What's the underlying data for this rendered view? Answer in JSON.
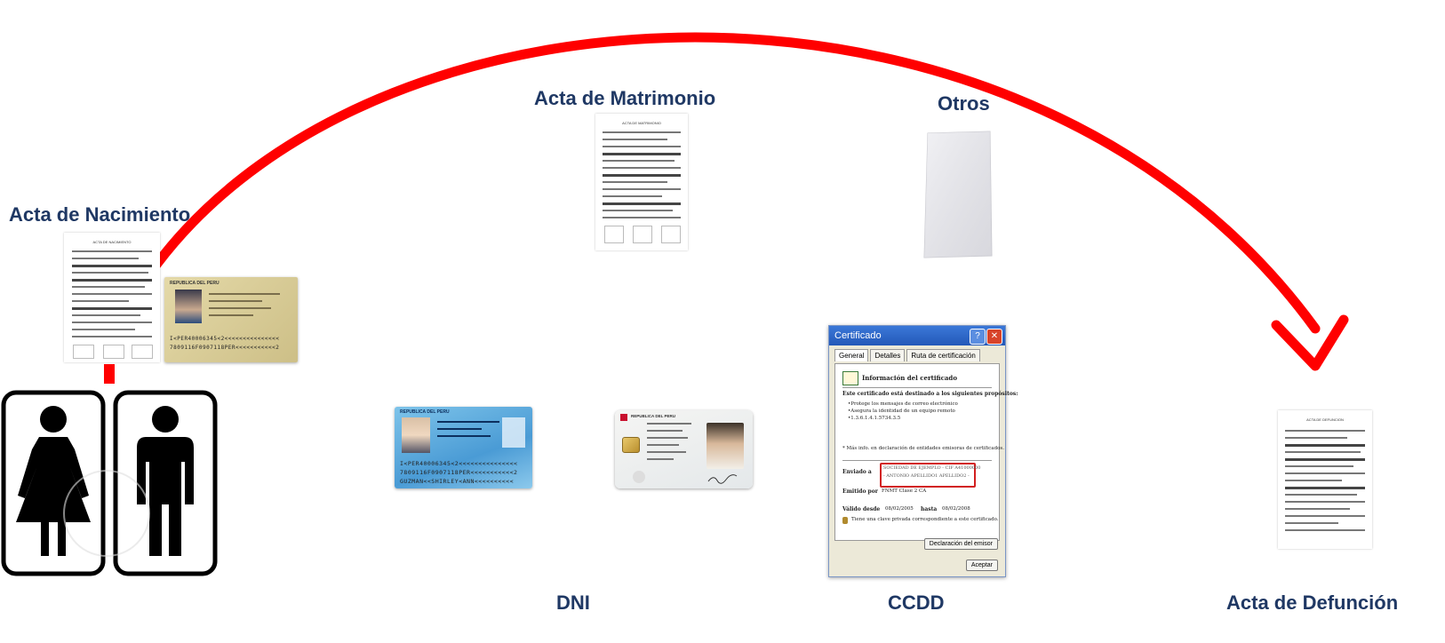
{
  "labels": {
    "acta_nacimiento": "Acta de Nacimiento",
    "acta_matrimonio": "Acta de Matrimonio",
    "otros": "Otros",
    "dni": "DNI",
    "ccdd": "CCDD",
    "acta_defuncion": "Acta de Defunción"
  },
  "certificate_window": {
    "title": "Certificado",
    "tabs": [
      "General",
      "Detalles",
      "Ruta de certificación"
    ],
    "heading": "Información del certificado",
    "purpose_title": "Este certificado está destinado a los siguientes propósitos:",
    "purposes": [
      "•Protege los mensajes de correo electrónico",
      "•Asegura la identidad de un equipo remoto",
      "•1.3.6.1.4.1.5734.3.5"
    ],
    "note": "* Más info. en declaración de entidades emisoras de certificados.",
    "sent_to_label": "Enviado a",
    "sent_to_value_1": "SOCIEDAD DE EJEMPLO - CIF A41000000",
    "sent_to_value_2": "- ANTONIO APELLIDO1 APELLIDO2 -",
    "issued_by_label": "Emitido por",
    "issued_by_value": "FNMT Clase 2 CA",
    "valid_from_label": "Válido desde",
    "valid_from_value": "08/02/2005",
    "valid_to_label": "hasta",
    "valid_to_value": "08/02/2008",
    "private_key_note": "Tiene una clave privada correspondiente a este certificado.",
    "issuer_statement_button": "Declaración del emisor",
    "accept_button": "Aceptar"
  },
  "documents": {
    "nacimiento_title": "ACTA DE NACIMIENTO",
    "matrimonio_title": "ACTA DE MATRIMONIO",
    "defuncion_title": "ACTA DE DEFUNCION"
  },
  "id_cards": {
    "old_dni_header": "REPUBLICA DEL PERU",
    "old_dni_mrz_1": "I<PER40006345<2<<<<<<<<<<<<<<<",
    "old_dni_mrz_2": "7809116F0907118PER<<<<<<<<<<<2",
    "old_dni_mrz_3": "GUZMAN<<SHIRLEY<ANN<<<<<<<<<<",
    "small_dni_header": "REPUBLICA DEL PERU",
    "small_dni_mrz_1": "I<PER40006345<2<<<<<<<<<<<<<<<<",
    "small_dni_mrz_2": "7809116F0907118PER<<<<<<<<<<<2"
  },
  "colors": {
    "label": "#1f3864",
    "arrow": "#ff0000",
    "pictogram": "#000000"
  },
  "icons": {
    "couple": "woman-man-pictogram",
    "arrow": "red-curved-arrow"
  }
}
